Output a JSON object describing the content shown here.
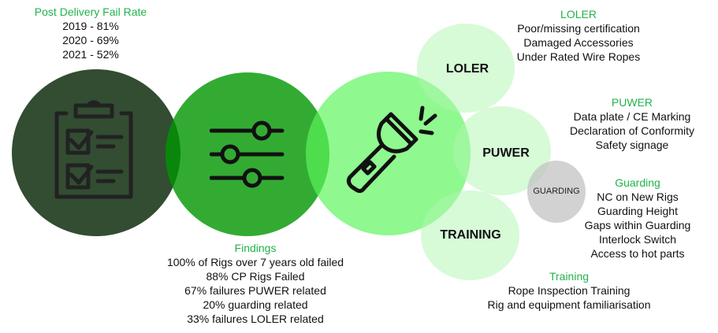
{
  "fail_rate": {
    "title": "Post Delivery Fail Rate",
    "lines": [
      "2019 - 81%",
      "2020 - 69%",
      "2021 - 52%"
    ]
  },
  "findings": {
    "title": "Findings",
    "lines": [
      "100% of Rigs over 7 years old failed",
      "88% CP Rigs Failed",
      "67% failures PUWER related",
      "20% guarding related",
      "33% failures LOLER related"
    ]
  },
  "circles": {
    "loler": "LOLER",
    "puwer": "PUWER",
    "training": "TRAINING",
    "guarding": "GUARDING"
  },
  "loler": {
    "title": "LOLER",
    "lines": [
      "Poor/missing certification",
      "Damaged Accessories",
      "Under Rated Wire Ropes"
    ]
  },
  "puwer": {
    "title": "PUWER",
    "lines": [
      "Data plate / CE Marking",
      "Declaration of Conformity",
      "Safety signage"
    ]
  },
  "guarding": {
    "title": "Guarding",
    "lines": [
      "NC on New Rigs",
      "Guarding Height",
      "Gaps within Guarding",
      "Interlock Switch",
      "Access to hot parts"
    ]
  },
  "training": {
    "title": "Training",
    "lines": [
      "Rope Inspection Training",
      "Rig and equipment familiarisation"
    ]
  },
  "colors": {
    "accent": "#22b24c",
    "dark": "#334d33",
    "mid": "#33aa33",
    "light": "#8ef88e",
    "pale": "#d8fbd8",
    "grey": "#d4d4d4"
  }
}
